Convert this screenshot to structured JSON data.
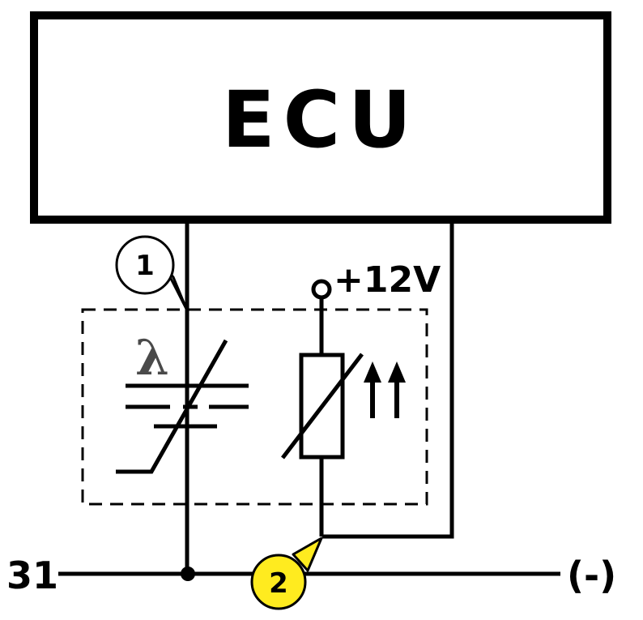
{
  "ecu": {
    "label": "ECU"
  },
  "callouts": {
    "one": {
      "label": "1"
    },
    "two": {
      "label": "2",
      "fill": "#ffeb1f"
    }
  },
  "supply": {
    "label": "+12V"
  },
  "sensor": {
    "symbol": "λ"
  },
  "ground": {
    "left_label": "31",
    "right_label": "(-)"
  }
}
